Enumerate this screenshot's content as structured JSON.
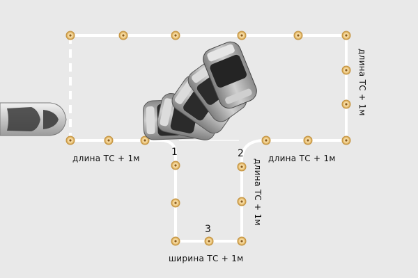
{
  "labels": {
    "bottom_left": "длина ТС + 1м",
    "bottom_right": "длина ТС + 1м",
    "right_side": "длина ТС + 1м",
    "pocket_side": "длина ТС + 1м",
    "pocket_bottom": "ширина ТС + 1м"
  },
  "markers": {
    "m1": "1",
    "m2": "2",
    "m3": "3"
  },
  "colors": {
    "background": "#e9e9e9",
    "line": "#ffffff",
    "cone": "#f3d08a",
    "cone_border": "#c4933f",
    "car_body": "#9a9a9a",
    "car_dark": "#2b2b2b"
  },
  "icons": {
    "cone": "traffic-cone-icon",
    "car": "car-icon"
  }
}
